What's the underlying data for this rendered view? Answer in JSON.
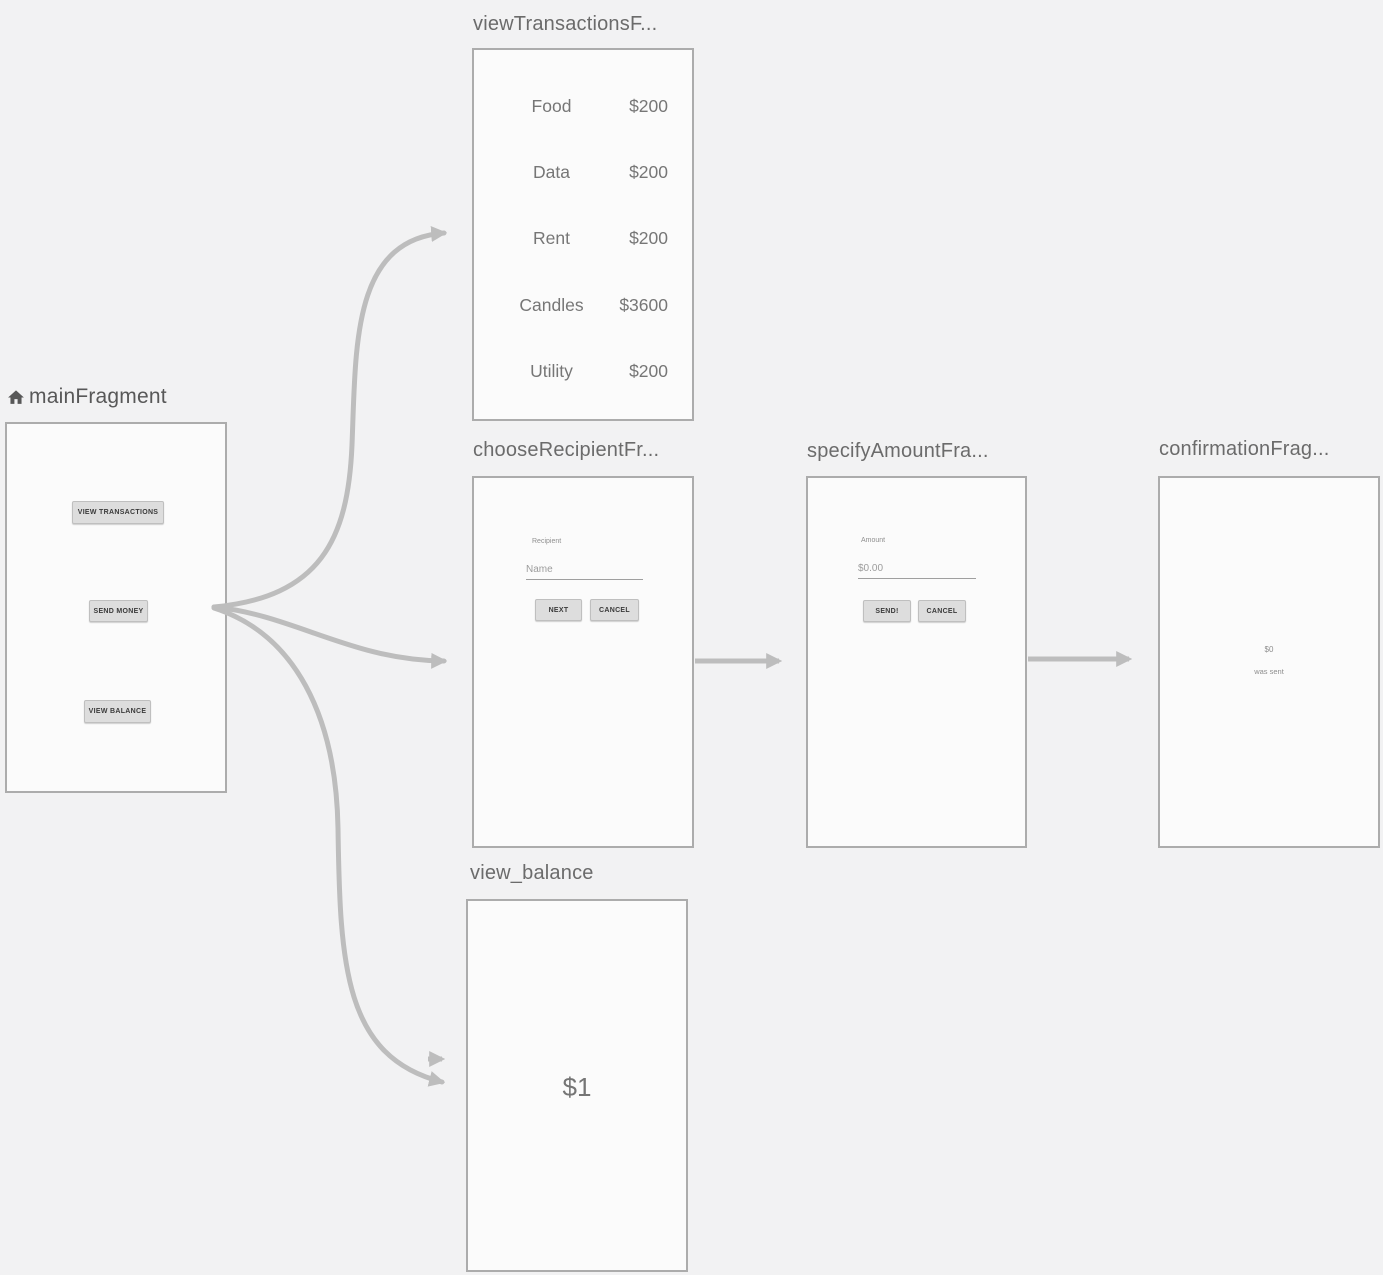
{
  "editor": {
    "name": "navigation-graph"
  },
  "colors": {
    "background": "#f2f2f3",
    "panel_fill": "#fbfbfb",
    "panel_border": "#acacac",
    "arrow": "#bdbdbd",
    "title_text": "#6b6b6b",
    "row_text": "#767676"
  },
  "fragments": {
    "main": {
      "title": "mainFragment",
      "icon": "home-icon",
      "buttons": [
        "VIEW TRANSACTIONS",
        "SEND MONEY",
        "VIEW BALANCE"
      ]
    },
    "viewTransactions": {
      "title": "viewTransactionsF...",
      "rows": [
        {
          "label": "Food",
          "amount": "$200"
        },
        {
          "label": "Data",
          "amount": "$200"
        },
        {
          "label": "Rent",
          "amount": "$200"
        },
        {
          "label": "Candles",
          "amount": "$3600"
        },
        {
          "label": "Utility",
          "amount": "$200"
        }
      ]
    },
    "chooseRecipient": {
      "title": "chooseRecipientFr...",
      "field_label": "Recipient",
      "field_placeholder": "Name",
      "buttons": [
        "NEXT",
        "CANCEL"
      ]
    },
    "specifyAmount": {
      "title": "specifyAmountFra...",
      "field_label": "Amount",
      "field_placeholder": "$0.00",
      "buttons": [
        "SEND!",
        "CANCEL"
      ]
    },
    "confirmation": {
      "title": "confirmationFrag...",
      "amount": "$0",
      "message": "was sent"
    },
    "viewBalance": {
      "title": "view_balance",
      "balance": "$1"
    }
  },
  "actions": [
    {
      "from": "mainFragment",
      "to": "viewTransactionsFragment"
    },
    {
      "from": "mainFragment",
      "to": "chooseRecipientFragment"
    },
    {
      "from": "mainFragment",
      "to": "view_balance"
    },
    {
      "from": "chooseRecipientFragment",
      "to": "specifyAmountFragment"
    },
    {
      "from": "specifyAmountFragment",
      "to": "confirmationFragment"
    },
    {
      "from": "",
      "to": "view_balance"
    }
  ]
}
